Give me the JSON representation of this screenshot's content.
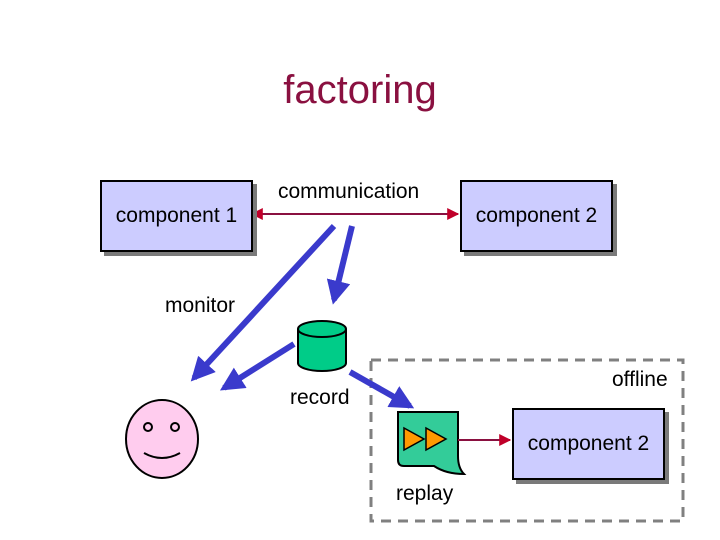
{
  "title": "factoring",
  "component1": "component 1",
  "component2": "component 2",
  "communication": "communication",
  "monitor": "monitor",
  "record": "record",
  "offline": "offline",
  "replay_component": "component 2",
  "replay": "replay",
  "colors": {
    "title": "#8a1040",
    "box_fill": "#ccccff",
    "arrow_blue": "#3a3acc",
    "link_maroon": "#8a1040",
    "database": "#00cc88",
    "face": "#ffccee",
    "replay_icon": "#33cc99",
    "play_triangle": "#ff9900"
  }
}
